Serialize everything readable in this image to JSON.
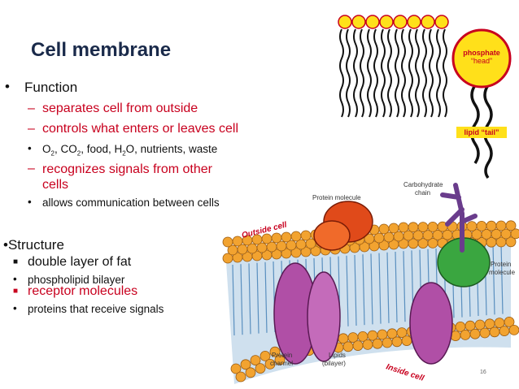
{
  "slide": {
    "title": "Cell membrane",
    "page_number": "16"
  },
  "function": {
    "heading": "Function",
    "items": [
      {
        "text": "separates cell from outside"
      },
      {
        "text": "controls what enters or leaves cell"
      },
      {
        "text": "recognizes signals from other cells"
      }
    ],
    "substances": {
      "o": "O",
      "o_sub": "2",
      "co": ", CO",
      "co_sub": "2",
      "food": ", food, H",
      "h_sub": "2",
      "rest": "O, nutrients, waste"
    },
    "communication": "allows communication between cells"
  },
  "structure": {
    "heading": "•Structure",
    "items": [
      {
        "text": "double layer of fat",
        "style": "square"
      },
      {
        "text": "phospholipid bilayer",
        "style": "dot"
      },
      {
        "text": "receptor molecules",
        "style": "square"
      },
      {
        "text": "proteins that receive signals",
        "style": "dot"
      }
    ]
  },
  "phospholipid": {
    "head_label_1": "phosphate",
    "head_label_2": "“head”",
    "tail_label": "lipid “tail”"
  },
  "diagram": {
    "outside_label": "Outside cell",
    "inside_label": "Inside cell",
    "protein_molecule_top": "Protein molecule",
    "carbohydrate_1": "Carbohydrate",
    "carbohydrate_2": "chain",
    "protein_right_1": "Protein",
    "protein_right_2": "molecule",
    "protein_channel_1": "Protein",
    "protein_channel_2": "channel",
    "lipids_1": "Lipids",
    "lipids_2": "(bilayer)"
  },
  "colors": {
    "red_text": "#c8001e",
    "head_yellow": "#ffe01a",
    "bead_orange": "#f2a330",
    "tail_blue": "#5a8fbf",
    "protein_purple": "#b04fa6",
    "protein_green": "#3aa640",
    "protein_red": "#e04a1a",
    "carb_purple": "#6a3c8c"
  }
}
